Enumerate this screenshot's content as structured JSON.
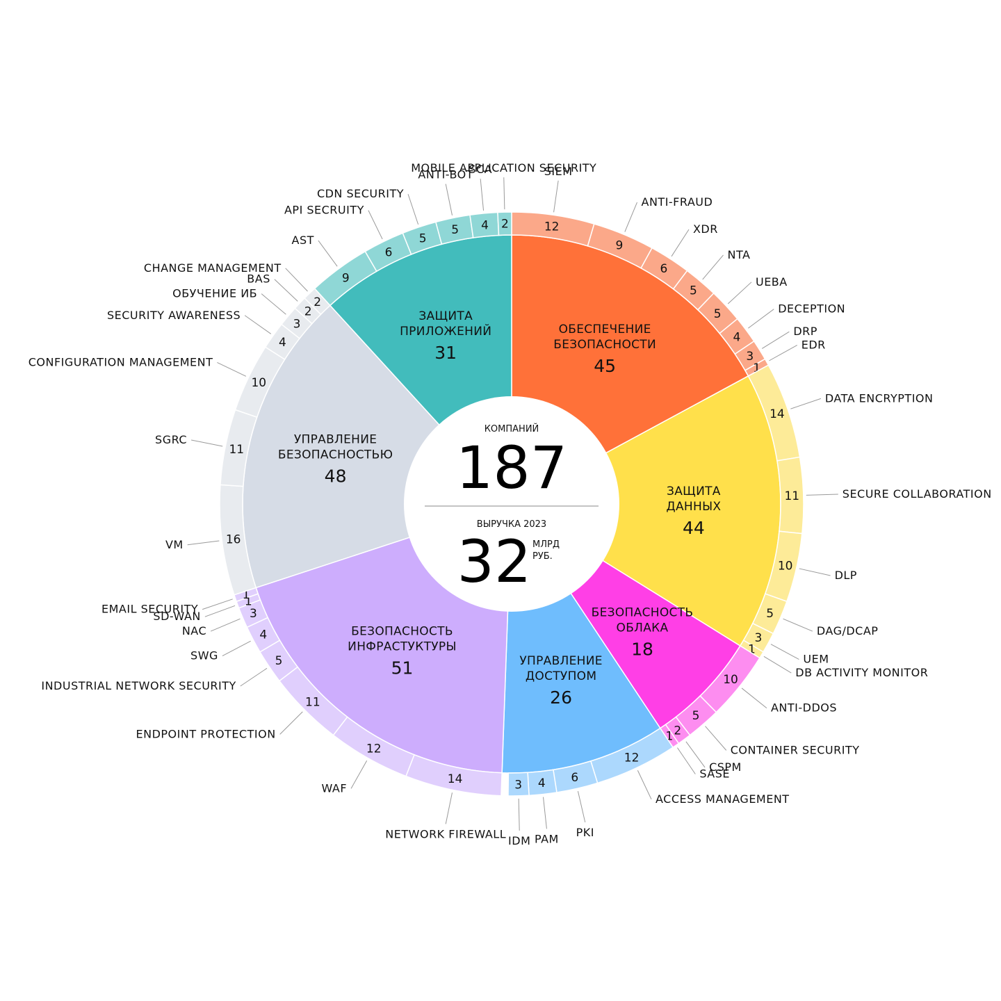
{
  "chart_data": {
    "type": "pie",
    "center": {
      "companies_label": "КОМПАНИЙ",
      "companies_value": "187",
      "revenue_label": "ВЫРУЧКА 2023",
      "revenue_value": "32",
      "revenue_unit_line1": "МЛРД",
      "revenue_unit_line2": "РУБ."
    },
    "categories": [
      {
        "name_lines": [
          "ОБЕСПЕЧЕНИЕ",
          "БЕЗОПАСНОСТИ"
        ],
        "value": 45,
        "color": "#ff7139",
        "sub_color": "#fba889",
        "subcategories": [
          {
            "label": "SIEM",
            "value": 12
          },
          {
            "label": "ANTI-FRAUD",
            "value": 9
          },
          {
            "label": "XDR",
            "value": 6
          },
          {
            "label": "NTA",
            "value": 5
          },
          {
            "label": "UEBA",
            "value": 5
          },
          {
            "label": "DECEPTION",
            "value": 4
          },
          {
            "label": "DRP",
            "value": 3
          },
          {
            "label": "EDR",
            "value": 1
          }
        ]
      },
      {
        "name_lines": [
          "ЗАЩИТА",
          "ДАННЫХ"
        ],
        "value": 44,
        "color": "#ffe04b",
        "sub_color": "#fdeb98",
        "subcategories": [
          {
            "label": "DATA ENCRYPTION",
            "value": 14
          },
          {
            "label": "SECURE COLLABORATION",
            "value": 11
          },
          {
            "label": "DLP",
            "value": 10
          },
          {
            "label": "DAG/DCAP",
            "value": 5
          },
          {
            "label": "UEM",
            "value": 3
          },
          {
            "label": "DB ACTIVITY MONITOR",
            "value": 1
          }
        ]
      },
      {
        "name_lines": [
          "БЕЗОПАСНОСТЬ",
          "ОБЛАКА"
        ],
        "value": 18,
        "color": "#ff3fe6",
        "sub_color": "#fd8df0",
        "subcategories": [
          {
            "label": "ANTI-DDOS",
            "value": 10
          },
          {
            "label": "CONTAINER SECURITY",
            "value": 5
          },
          {
            "label": "CSPM",
            "value": 2
          },
          {
            "label": "SASE",
            "value": 1
          }
        ]
      },
      {
        "name_lines": [
          "УПРАВЛЕНИЕ",
          "ДОСТУПОМ"
        ],
        "value": 26,
        "color": "#6fbdfd",
        "sub_color": "#acd8fd",
        "subcategories": [
          {
            "label": "ACCESS MANAGEMENT",
            "value": 12
          },
          {
            "label": "PKI",
            "value": 6
          },
          {
            "label": "PAM",
            "value": 4
          },
          {
            "label": "IDM",
            "value": 3
          }
        ]
      },
      {
        "name_lines": [
          "БЕЗОПАСНОСТЬ",
          "ИНФРАСТУКТУРЫ"
        ],
        "value": 51,
        "color": "#cdadfd",
        "sub_color": "#e0cffd",
        "subcategories": [
          {
            "label": "NETWORK FIREWALL",
            "value": 14
          },
          {
            "label": "WAF",
            "value": 12
          },
          {
            "label": "ENDPOINT PROTECTION",
            "value": 11
          },
          {
            "label": "INDUSTRIAL NETWORK SECURITY",
            "value": 5
          },
          {
            "label": "SWG",
            "value": 4
          },
          {
            "label": "NAC",
            "value": 3
          },
          {
            "label": "SD-WAN",
            "value": 1
          },
          {
            "label": "EMAIL SECURITY",
            "value": 1
          }
        ]
      },
      {
        "name_lines": [
          "УПРАВЛЕНИЕ",
          "БЕЗОПАСНОСТЬЮ"
        ],
        "value": 48,
        "color": "#d6dce6",
        "sub_color": "#e8ebef",
        "subcategories": [
          {
            "label": "VM",
            "value": 16
          },
          {
            "label": "SGRC",
            "value": 11
          },
          {
            "label": "CONFIGURATION MANAGEMENT",
            "value": 10
          },
          {
            "label": "SECURITY AWARENESS",
            "value": 4
          },
          {
            "label": "ОБУЧЕНИЕ ИБ",
            "value": 3
          },
          {
            "label": "BAS",
            "value": 2
          },
          {
            "label": "CHANGE MANAGEMENT",
            "value": 2
          }
        ]
      },
      {
        "name_lines": [
          "ЗАЩИТА",
          "ПРИЛОЖЕНИЙ"
        ],
        "value": 31,
        "color": "#42bcbc",
        "sub_color": "#8fd7d6",
        "subcategories": [
          {
            "label": "AST",
            "value": 9
          },
          {
            "label": "API SECRUITY",
            "value": 6
          },
          {
            "label": "CDN SECURITY",
            "value": 5
          },
          {
            "label": "ANTI-BOT",
            "value": 5
          },
          {
            "label": "SCA",
            "value": 4
          },
          {
            "label": "MOBILE APPLICATION SECURITY",
            "value": 2
          }
        ]
      }
    ]
  }
}
